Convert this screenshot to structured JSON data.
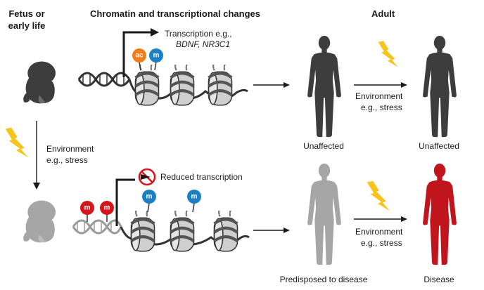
{
  "headers": {
    "fetus": [
      "Fetus or",
      "early life"
    ],
    "chromatin": "Chromatin and transcriptional changes",
    "adult": "Adult"
  },
  "top": {
    "transcription_line1": "Transcription e.g.,",
    "transcription_line2": "BDNF, NR3C1",
    "badges": [
      "ac",
      "m"
    ],
    "environment": [
      "Environment",
      "e.g., stress"
    ],
    "adult_left_caption": "Unaffected",
    "adult_right_caption": "Unaffected"
  },
  "middle": {
    "environment": [
      "Environment",
      "e.g., stress"
    ]
  },
  "bottom": {
    "reduced": "Reduced transcription",
    "dna_badges": [
      "m",
      "m"
    ],
    "nucleosome_badges": [
      "m",
      "m"
    ],
    "environment": [
      "Environment",
      "e.g., stress"
    ],
    "adult_left_caption": "Predisposed to disease",
    "adult_right_caption": "Disease"
  },
  "colors": {
    "dark_figure": "#3d3d3d",
    "light_figure": "#a6a6a6",
    "disease_figure": "#c0151c",
    "acetyl": "#f07d1a",
    "methyl_blue": "#1b7fc4",
    "methyl_red": "#d4151c",
    "lightning": "#f7c41b",
    "no_sign": "#d4151c"
  },
  "icons": [
    "fetus-icon",
    "lightning-icon",
    "dna-icon",
    "nucleosome-icon",
    "human-figure-icon",
    "arrow-icon",
    "no-sign-icon"
  ]
}
